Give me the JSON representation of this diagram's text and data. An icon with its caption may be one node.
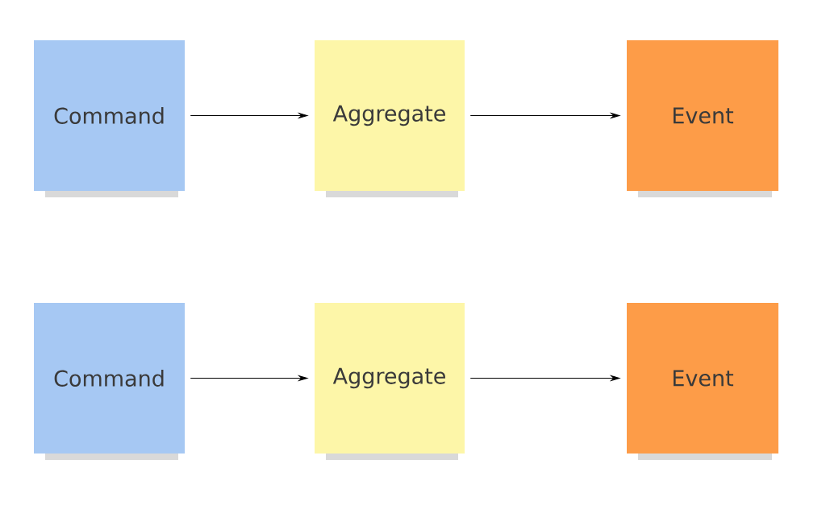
{
  "diagram": {
    "nodes": [
      {
        "text": [
          "Command"
        ]
      },
      {
        "text": [
          "Aggregate"
        ]
      },
      {
        "text": [
          "Event"
        ]
      },
      {
        "text": [
          "Command"
        ]
      },
      {
        "text": [
          "Aggregate"
        ]
      },
      {
        "text": [
          "Event"
        ]
      }
    ],
    "edges": [
      {
        "from": 0,
        "to": 1,
        "arrow": "to"
      },
      {
        "from": 1,
        "to": 2,
        "arrow": "to"
      },
      {
        "from": 3,
        "to": 4,
        "arrow": "to"
      },
      {
        "from": 4,
        "to": 5,
        "arrow": "to"
      }
    ]
  }
}
